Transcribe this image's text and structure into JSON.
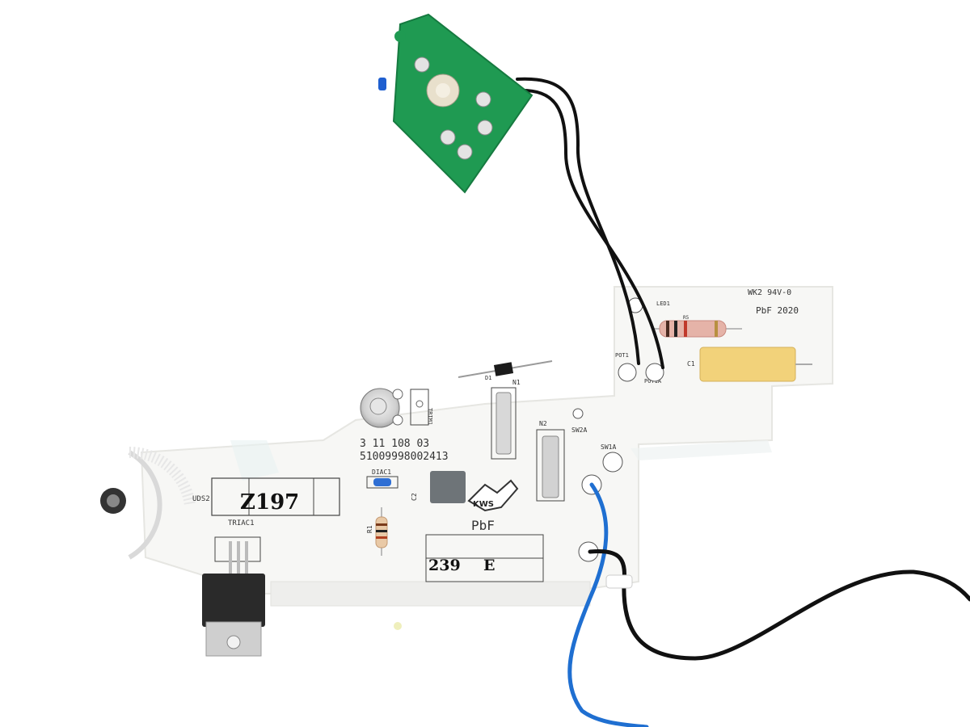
{
  "board": {
    "silkscreen": {
      "part_code": "3  11  108  03",
      "serial": "51009998002413",
      "ul_rating": "WK2 94V-0",
      "pbf_top": "PbF 2020",
      "pbf_main": "PbF",
      "lot_number": "239",
      "lot_suffix": "E",
      "ref_diac": "DIAC1",
      "ref_triac": "TRIAC1",
      "ref_uds": "UDS2",
      "ref_trim": "TRIM1",
      "ref_r1": "R1",
      "ref_c1": "C1",
      "ref_c2": "C2",
      "ref_n1": "N1",
      "ref_n2": "N2",
      "ref_sw1a": "SW1A",
      "ref_sw2a": "SW2A",
      "ref_pot1": "POT1",
      "ref_pot1a": "POT1A",
      "ref_led1": "LED1",
      "ref_r5": "R5",
      "ref_d1": "D1"
    },
    "marker": {
      "code": "Z197"
    },
    "logo": "KWS"
  },
  "colors": {
    "pcb": "#f7f7f5",
    "green_pcb": "#1f9a52",
    "blue_wire": "#1f6fd1",
    "black_wire": "#111111",
    "capacitor": "#f2d27a"
  }
}
